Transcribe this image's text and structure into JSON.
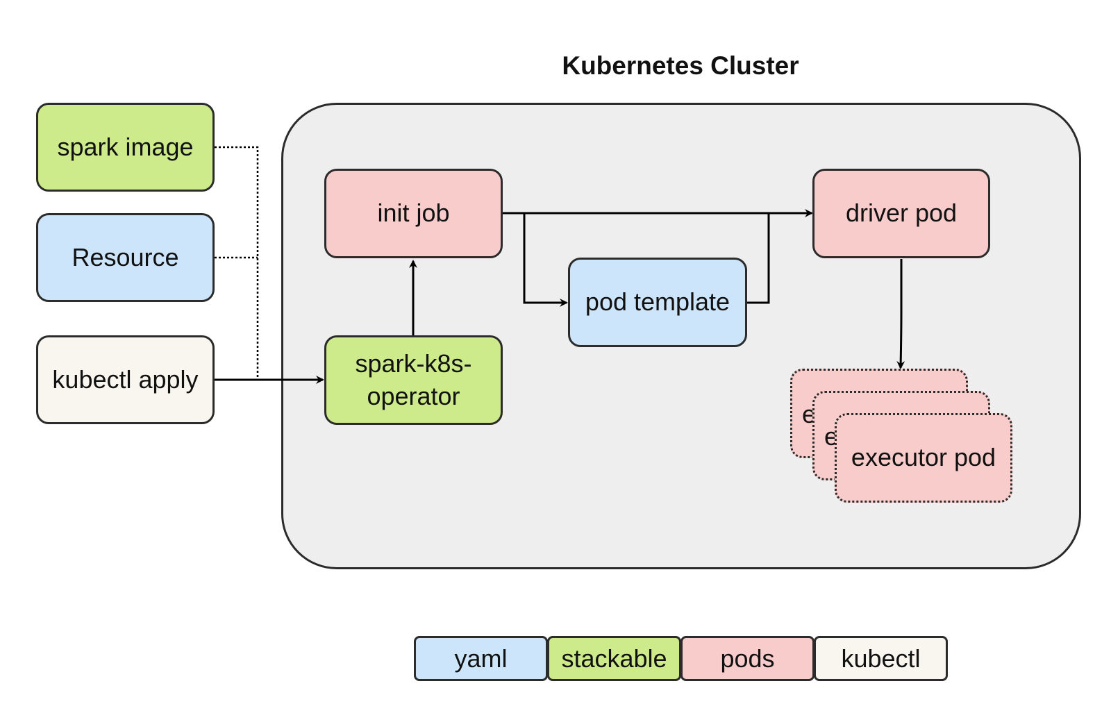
{
  "title": "Kubernetes Cluster",
  "colors": {
    "yaml": "#cce5fb",
    "stackable": "#cdeb8b",
    "pods": "#f9cccc",
    "kubectl": "#f8f6ef",
    "cluster_bg": "#eeeeee",
    "border": "#2b2b2b"
  },
  "inputs": {
    "spark_image": "spark image",
    "resource": "Resource",
    "kubectl_apply": "kubectl apply"
  },
  "nodes": {
    "init_job": "init job",
    "operator": "spark-k8s-\noperator",
    "pod_template": "pod template",
    "driver_pod": "driver pod",
    "executor_pod": "executor pod",
    "executor_pod_partial": "e"
  },
  "legend": [
    {
      "label": "yaml",
      "color_key": "yaml"
    },
    {
      "label": "stackable",
      "color_key": "stackable"
    },
    {
      "label": "pods",
      "color_key": "pods"
    },
    {
      "label": "kubectl",
      "color_key": "kubectl"
    }
  ]
}
